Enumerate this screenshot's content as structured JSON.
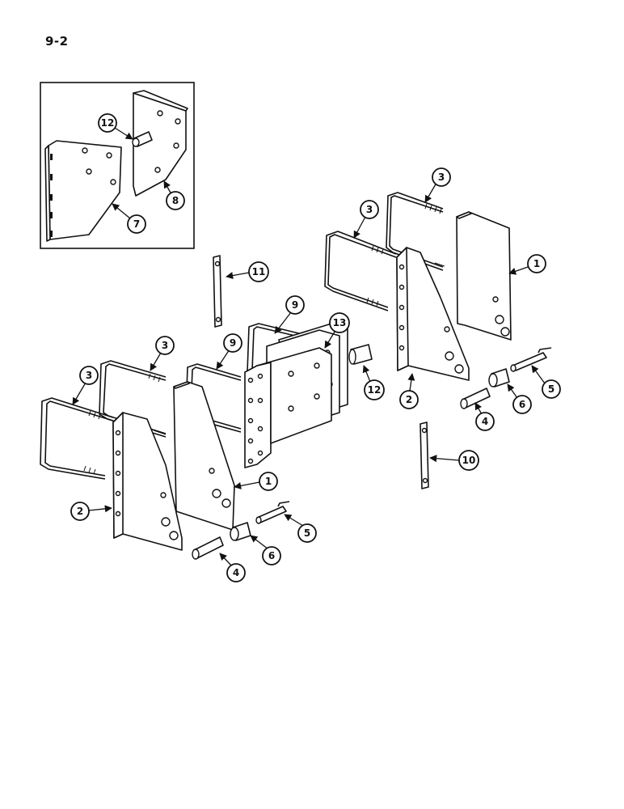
{
  "page": {
    "number": "9-2"
  },
  "callouts": {
    "c1a": "1",
    "c1b": "1",
    "c2a": "2",
    "c2b": "2",
    "c3a": "3",
    "c3b": "3",
    "c3c": "3",
    "c3d": "3",
    "c4a": "4",
    "c4b": "4",
    "c5a": "5",
    "c5b": "5",
    "c6a": "6",
    "c6b": "6",
    "c7": "7",
    "c8": "8",
    "c9a": "9",
    "c9b": "9",
    "c10": "10",
    "c11": "11",
    "c12a": "12",
    "c12b": "12",
    "c13": "13"
  }
}
